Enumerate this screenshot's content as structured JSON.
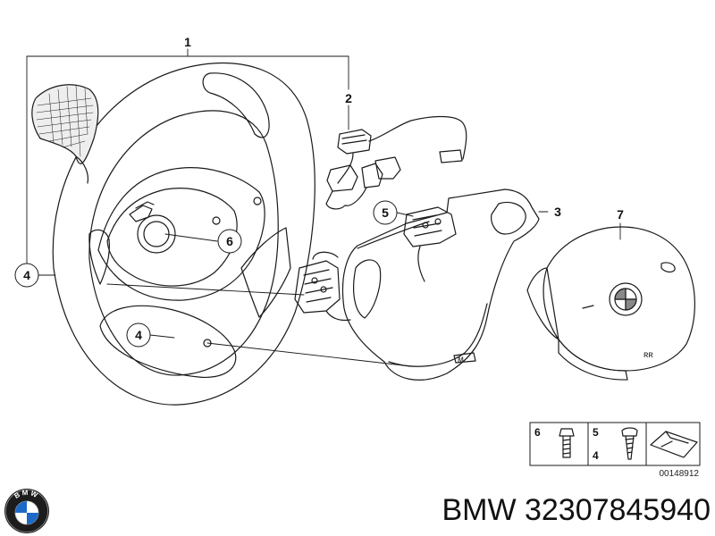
{
  "diagram": {
    "callouts": {
      "c1": "1",
      "c2": "2",
      "c3": "3",
      "c4_left": "4",
      "c4_inner": "4",
      "c5": "5",
      "c6": "6",
      "c7": "7"
    },
    "legend": {
      "item_6": "6",
      "item_5": "5",
      "item_4": "4"
    },
    "diagram_code": "00148912",
    "airbag_marking": "ʀʀ",
    "spoke_marking": "ᴍ"
  },
  "brand": {
    "logo_text": "BMW"
  },
  "caption": {
    "text": "BMW 32307845940"
  }
}
